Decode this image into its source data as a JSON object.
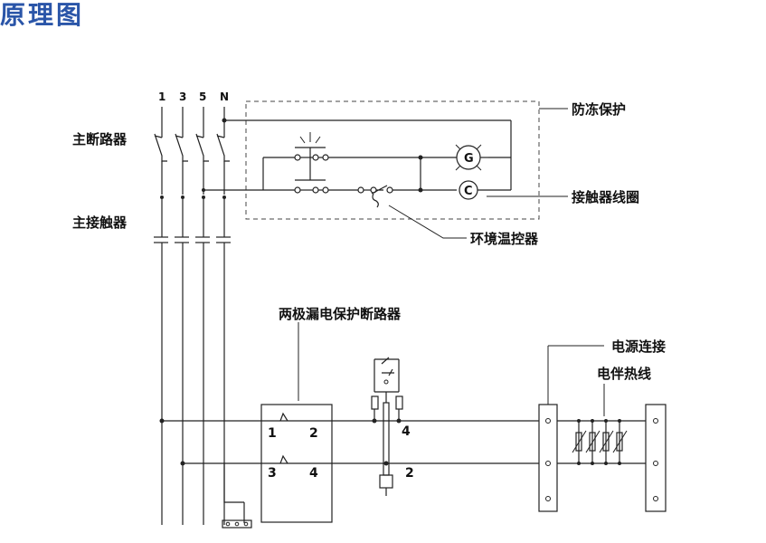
{
  "title": "原理图",
  "terminals": [
    "1",
    "3",
    "5",
    "N"
  ],
  "labels": {
    "main_breaker": "主断路器",
    "main_contactor": "主接触器",
    "freeze_protection": "防冻保护",
    "contactor_coil": "接触器线圈",
    "env_thermostat": "环境温控器",
    "rcbo": "两极漏电保护断路器",
    "power_connection": "电源连接",
    "heating_cable": "电伴热线"
  },
  "symbols": {
    "lamp": "G",
    "coil": "C"
  },
  "breaker_pins": [
    "1",
    "2",
    "3",
    "4"
  ],
  "contact_pins": [
    "4",
    "2"
  ]
}
